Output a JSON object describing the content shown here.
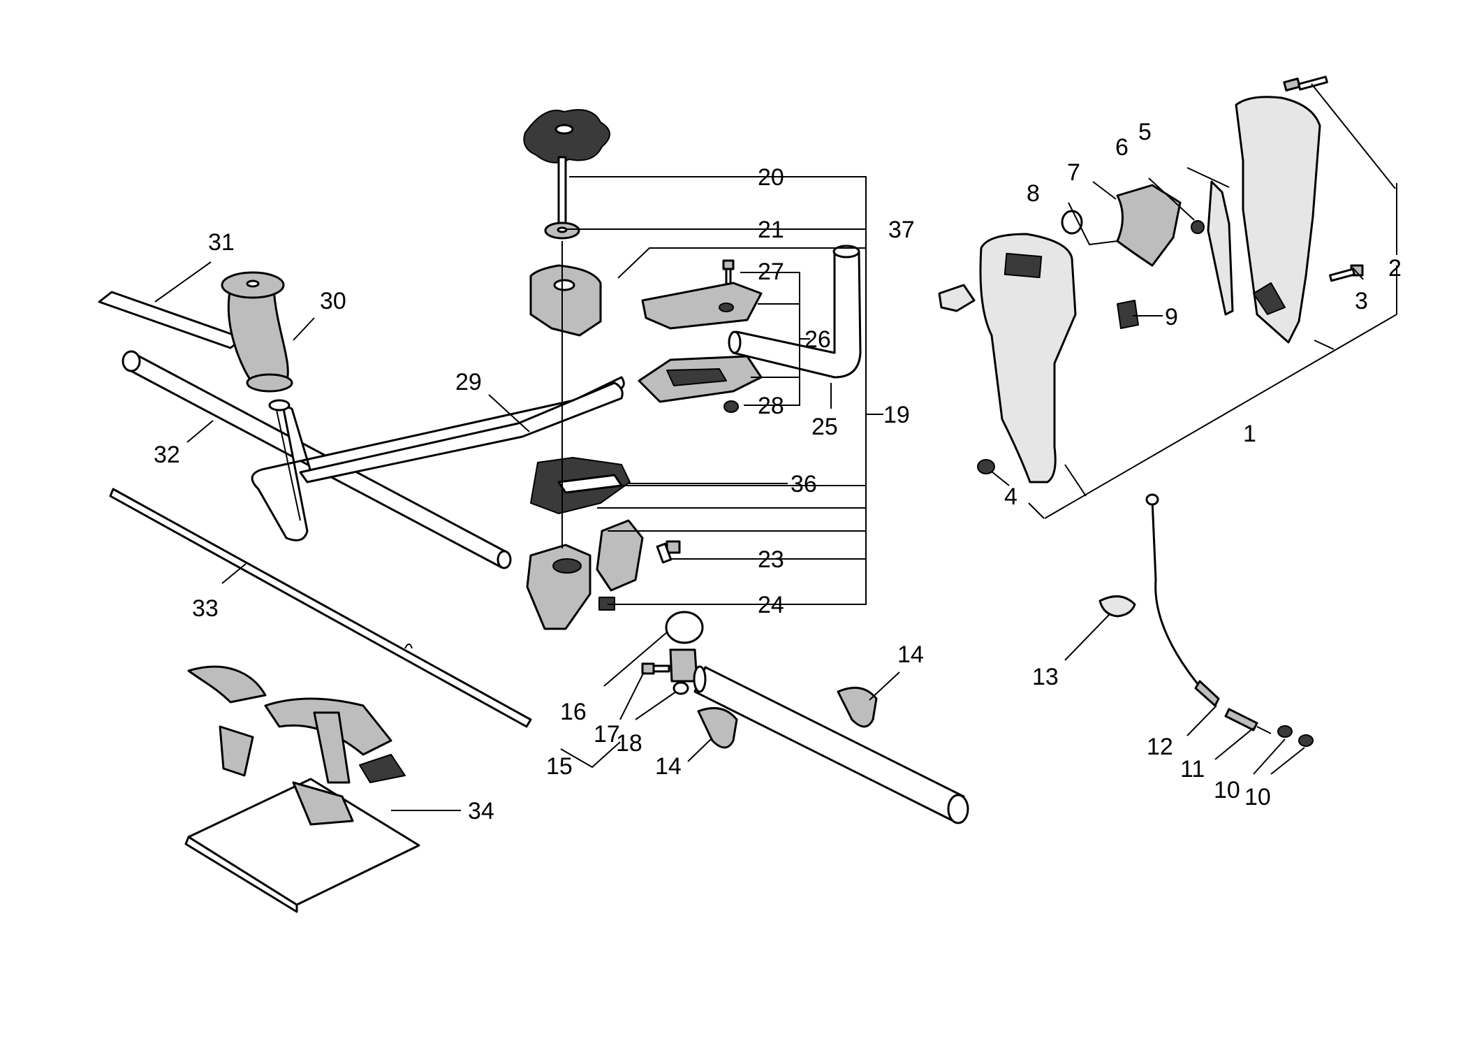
{
  "callouts": [
    {
      "id": "c1",
      "label": "1"
    },
    {
      "id": "c2",
      "label": "2"
    },
    {
      "id": "c3",
      "label": "3"
    },
    {
      "id": "c4",
      "label": "4"
    },
    {
      "id": "c5",
      "label": "5"
    },
    {
      "id": "c6",
      "label": "6"
    },
    {
      "id": "c7",
      "label": "7"
    },
    {
      "id": "c8",
      "label": "8"
    },
    {
      "id": "c9",
      "label": "9"
    },
    {
      "id": "c10a",
      "label": "10"
    },
    {
      "id": "c10b",
      "label": "10"
    },
    {
      "id": "c11",
      "label": "11"
    },
    {
      "id": "c12",
      "label": "12"
    },
    {
      "id": "c13",
      "label": "13"
    },
    {
      "id": "c14a",
      "label": "14"
    },
    {
      "id": "c14b",
      "label": "14"
    },
    {
      "id": "c15",
      "label": "15"
    },
    {
      "id": "c16",
      "label": "16"
    },
    {
      "id": "c17",
      "label": "17"
    },
    {
      "id": "c18",
      "label": "18"
    },
    {
      "id": "c19",
      "label": "19"
    },
    {
      "id": "c20",
      "label": "20"
    },
    {
      "id": "c21",
      "label": "21"
    },
    {
      "id": "c23",
      "label": "23"
    },
    {
      "id": "c24",
      "label": "24"
    },
    {
      "id": "c25",
      "label": "25"
    },
    {
      "id": "c26",
      "label": "26"
    },
    {
      "id": "c27",
      "label": "27"
    },
    {
      "id": "c28",
      "label": "28"
    },
    {
      "id": "c29",
      "label": "29"
    },
    {
      "id": "c30",
      "label": "30"
    },
    {
      "id": "c31",
      "label": "31"
    },
    {
      "id": "c32",
      "label": "32"
    },
    {
      "id": "c33",
      "label": "33"
    },
    {
      "id": "c34",
      "label": "34"
    },
    {
      "id": "c36",
      "label": "36"
    },
    {
      "id": "c37",
      "label": "37"
    }
  ]
}
